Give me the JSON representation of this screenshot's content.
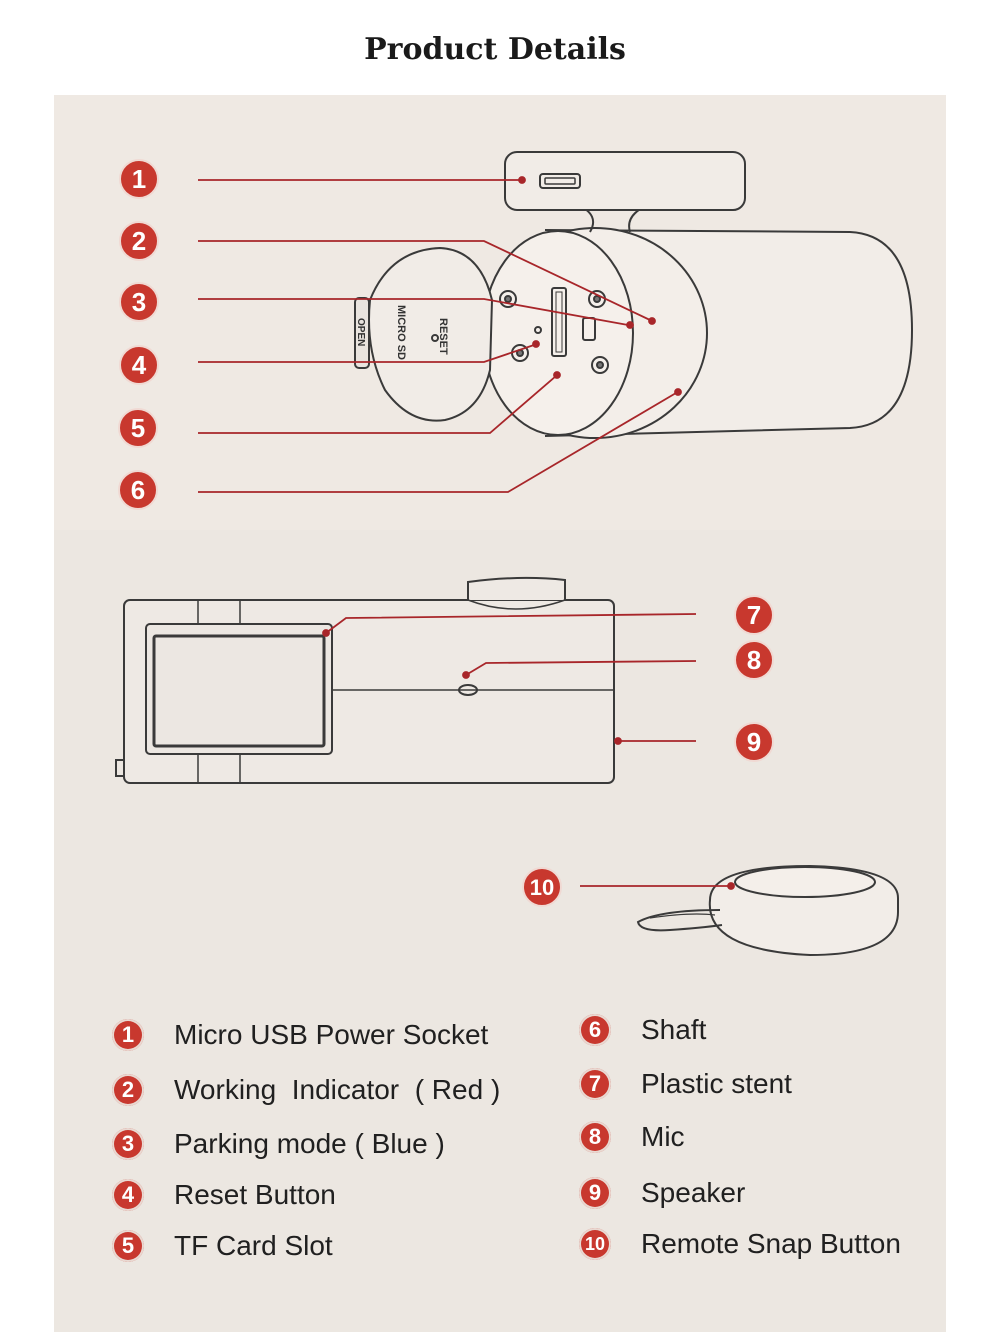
{
  "page": {
    "title": "Product Details"
  },
  "diagram": {
    "device_labels": {
      "reset": "RESET",
      "micro_sd": "MICRO SD",
      "open": "OPEN"
    },
    "callouts": [
      "1",
      "2",
      "3",
      "4",
      "5",
      "6",
      "7",
      "8",
      "9",
      "10"
    ]
  },
  "legend": {
    "left": [
      {
        "num": "1",
        "label": "Micro USB Power Socket"
      },
      {
        "num": "2",
        "label": "Working  Indicator  ( Red )"
      },
      {
        "num": "3",
        "label": "Parking mode ( Blue )"
      },
      {
        "num": "4",
        "label": "Reset Button"
      },
      {
        "num": "5",
        "label": "TF Card Slot"
      }
    ],
    "right": [
      {
        "num": "6",
        "label": "Shaft"
      },
      {
        "num": "7",
        "label": "Plastic stent"
      },
      {
        "num": "8",
        "label": "Mic"
      },
      {
        "num": "9",
        "label": "Speaker"
      },
      {
        "num": "10",
        "label": "Remote Snap Button"
      }
    ]
  },
  "colors": {
    "accent": "#c8382e",
    "line": "#a8262a",
    "panel": "#ece7e1",
    "outline": "#3a3a3a"
  }
}
